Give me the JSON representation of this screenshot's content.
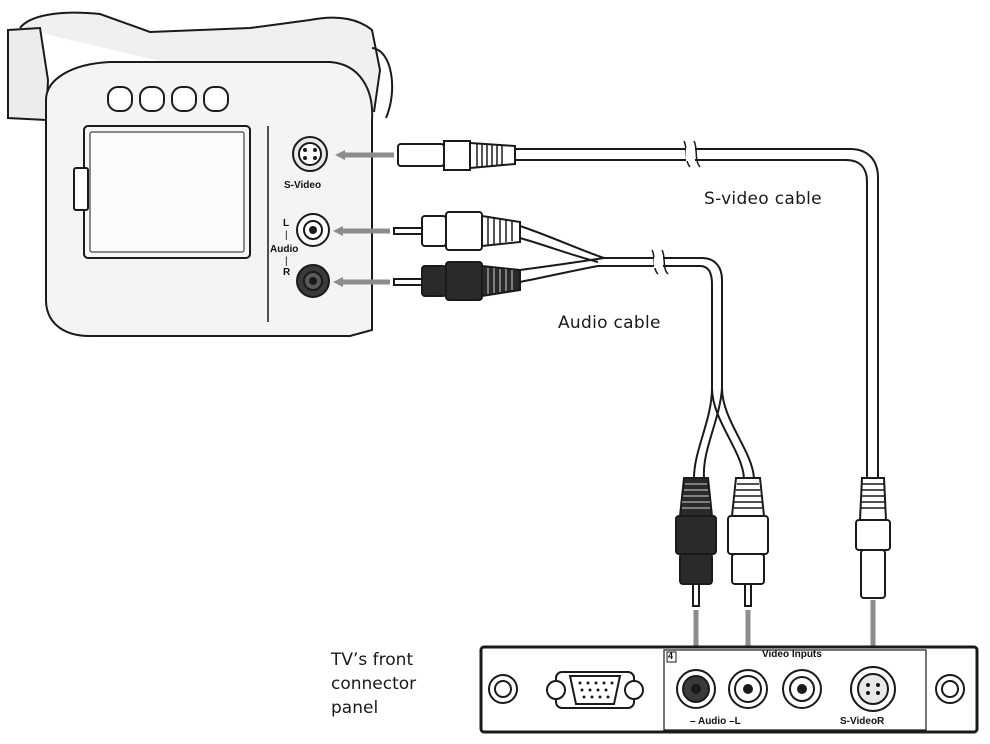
{
  "camera": {
    "svideo_label": "S-Video",
    "audio_l_label": "L",
    "audio_label": "Audio",
    "audio_r_label": "R"
  },
  "cables": {
    "svideo_cable_label": "S-video cable",
    "audio_cable_label": "Audio cable"
  },
  "tv_panel": {
    "label_lines": [
      "TV’s front",
      "connector",
      "panel"
    ],
    "input_number": "4",
    "video_inputs_label": "Video Inputs",
    "audio_jacks_label": "– Audio –L",
    "svideo_jack_label": "S-VideoR"
  },
  "colors": {
    "line": "#1a1a1a",
    "arrow": "#8c8c8c",
    "camera_fill": "#f2f2f2",
    "dark_plug": "#2a2a2a",
    "light_plug": "#ffffff"
  }
}
